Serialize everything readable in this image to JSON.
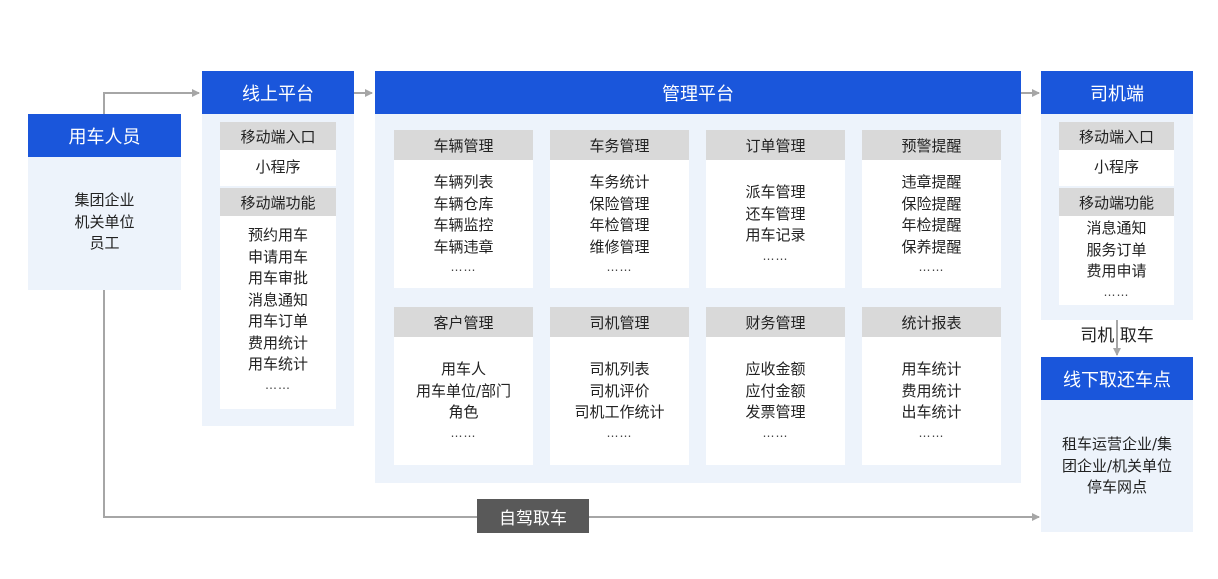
{
  "user": {
    "title": "用车人员",
    "lines": [
      "集团企业",
      "机关单位",
      "员工"
    ]
  },
  "online": {
    "title": "线上平台",
    "entry_header": "移动端入口",
    "entry_item": "小程序",
    "func_header": "移动端功能",
    "funcs": [
      "预约用车",
      "申请用车",
      "用车审批",
      "消息通知",
      "用车订单",
      "费用统计",
      "用车统计",
      "……"
    ]
  },
  "mgmt": {
    "title": "管理平台",
    "modules": [
      {
        "title": "车辆管理",
        "items": [
          "车辆列表",
          "车辆仓库",
          "车辆监控",
          "车辆违章",
          "……"
        ]
      },
      {
        "title": "车务管理",
        "items": [
          "车务统计",
          "保险管理",
          "年检管理",
          "维修管理",
          "……"
        ]
      },
      {
        "title": "订单管理",
        "items": [
          "派车管理",
          "还车管理",
          "用车记录",
          "……"
        ]
      },
      {
        "title": "预警提醒",
        "items": [
          "违章提醒",
          "保险提醒",
          "年检提醒",
          "保养提醒",
          "……"
        ]
      },
      {
        "title": "客户管理",
        "items": [
          "用车人",
          "用车单位/部门",
          "角色",
          "……"
        ]
      },
      {
        "title": "司机管理",
        "items": [
          "司机列表",
          "司机评价",
          "司机工作统计",
          "……"
        ]
      },
      {
        "title": "财务管理",
        "items": [
          "应收金额",
          "应付金额",
          "发票管理",
          "……"
        ]
      },
      {
        "title": "统计报表",
        "items": [
          "用车统计",
          "费用统计",
          "出车统计",
          "……"
        ]
      }
    ]
  },
  "driver": {
    "title": "司机端",
    "entry_header": "移动端入口",
    "entry_item": "小程序",
    "func_header": "移动端功能",
    "funcs": [
      "消息通知",
      "服务订单",
      "费用申请",
      "……"
    ]
  },
  "pickup_label": "司机 取车",
  "offline": {
    "title": "线下取还车点",
    "lines": [
      "租车运营企业/集",
      "团企业/机关单位",
      "停车网点"
    ]
  },
  "self_drive": "自驾取车",
  "colors": {
    "blue": "#1a56db",
    "panel": "#edf3fb",
    "gray_bar": "#d9d9d9",
    "arrow": "#a6a6a6",
    "dark_label": "#595959"
  }
}
